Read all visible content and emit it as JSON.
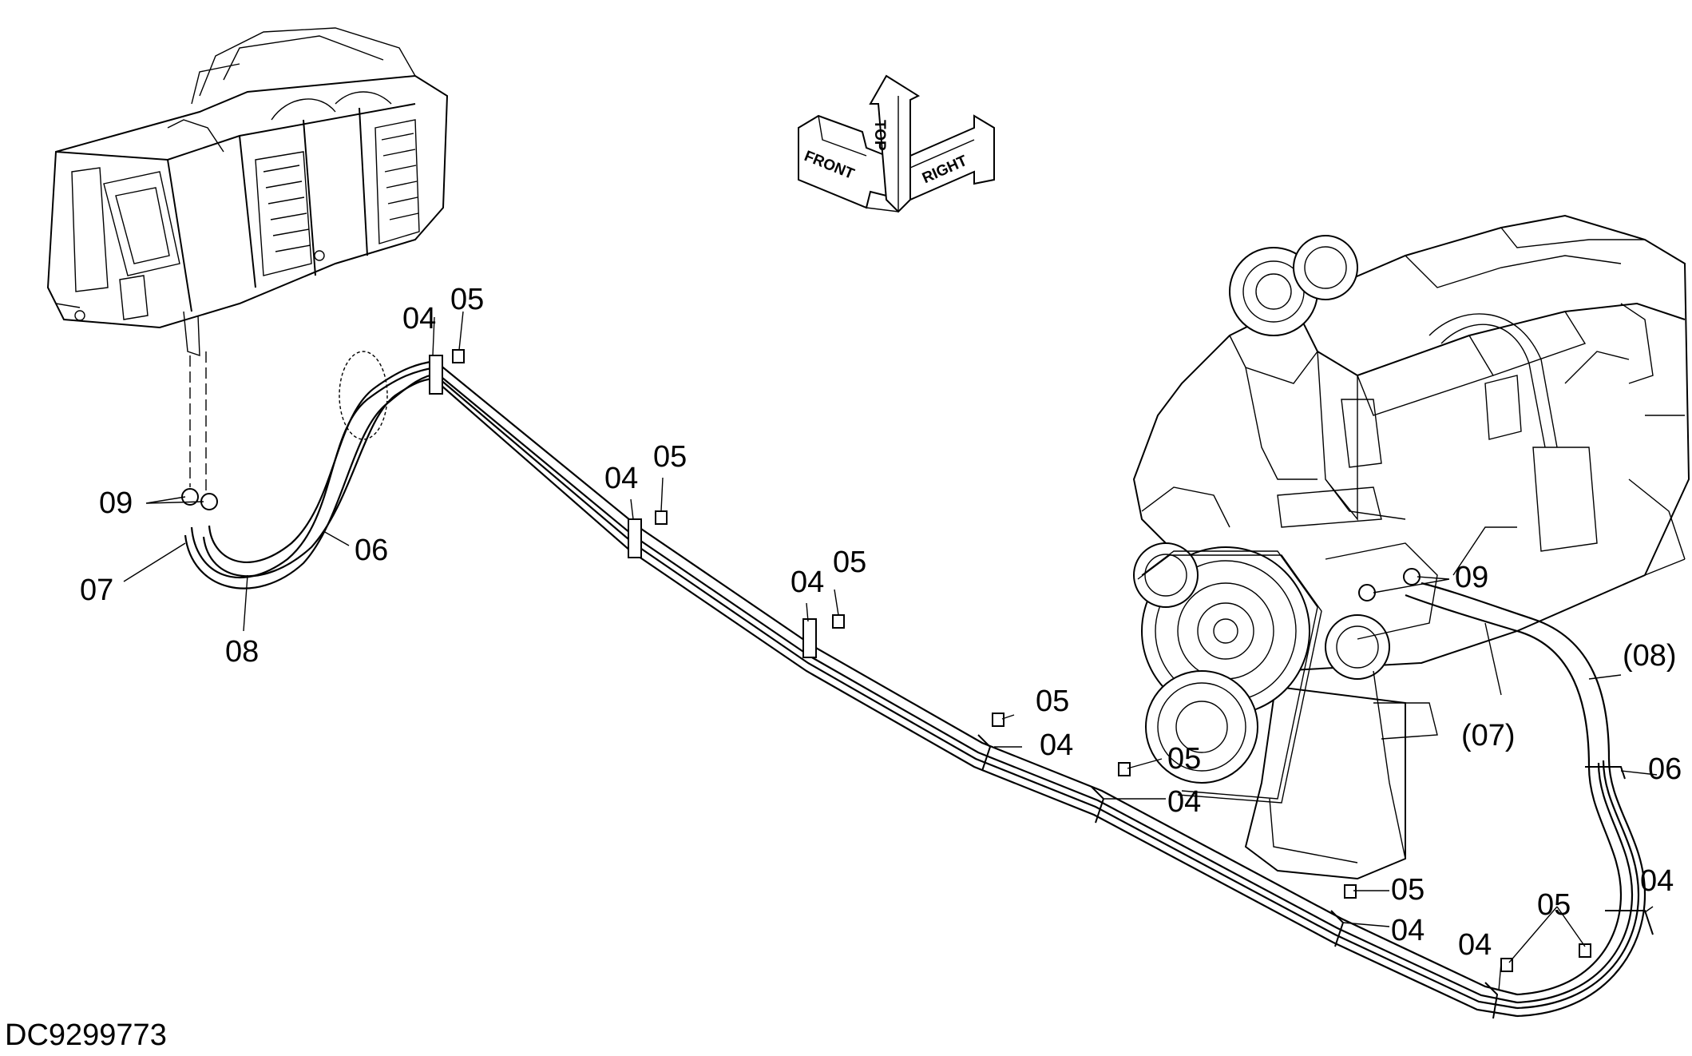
{
  "drawing_id": "DC9299773",
  "orientation": {
    "front": "FRONT",
    "top": "TOP",
    "right": "RIGHT"
  },
  "callouts": {
    "clamp": "04",
    "bolt": "05",
    "band": "06",
    "hose_07": "07",
    "hose_08": "08",
    "hose_clamp": "09",
    "hose_07_ref": "(07)",
    "hose_08_ref": "(08)"
  }
}
